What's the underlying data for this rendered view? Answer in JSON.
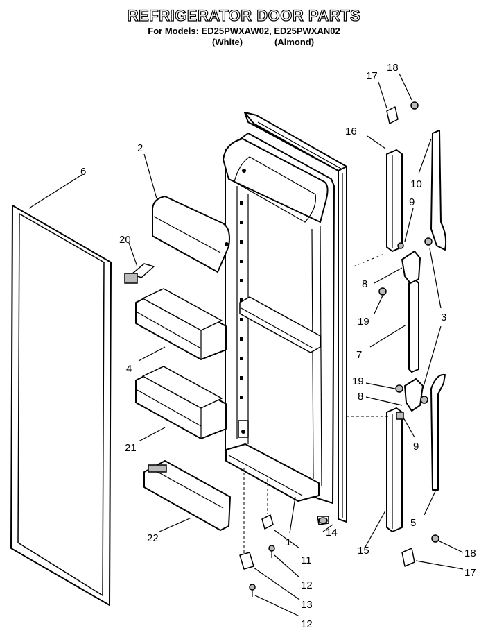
{
  "header": {
    "title": "REFRIGERATOR DOOR PARTS",
    "models": "For Models: ED25PWXAW02, ED25PWXAN02",
    "color_white": "(White)",
    "color_almond": "(Almond)"
  },
  "callouts": [
    {
      "id": "c1",
      "text": "1"
    },
    {
      "id": "c2",
      "text": "2"
    },
    {
      "id": "c3",
      "text": "3"
    },
    {
      "id": "c4",
      "text": "4"
    },
    {
      "id": "c5",
      "text": "5"
    },
    {
      "id": "c6",
      "text": "6"
    },
    {
      "id": "c7",
      "text": "7"
    },
    {
      "id": "c8a",
      "text": "8"
    },
    {
      "id": "c8b",
      "text": "8"
    },
    {
      "id": "c9a",
      "text": "9"
    },
    {
      "id": "c9b",
      "text": "9"
    },
    {
      "id": "c10",
      "text": "10"
    },
    {
      "id": "c11",
      "text": "11"
    },
    {
      "id": "c12a",
      "text": "12"
    },
    {
      "id": "c12b",
      "text": "12"
    },
    {
      "id": "c13",
      "text": "13"
    },
    {
      "id": "c14",
      "text": "14"
    },
    {
      "id": "c15",
      "text": "15"
    },
    {
      "id": "c16",
      "text": "16"
    },
    {
      "id": "c17a",
      "text": "17"
    },
    {
      "id": "c17b",
      "text": "17"
    },
    {
      "id": "c18a",
      "text": "18"
    },
    {
      "id": "c18b",
      "text": "18"
    },
    {
      "id": "c19a",
      "text": "19"
    },
    {
      "id": "c19b",
      "text": "19"
    },
    {
      "id": "c20",
      "text": "20"
    },
    {
      "id": "c21",
      "text": "21"
    },
    {
      "id": "c22",
      "text": "22"
    }
  ]
}
